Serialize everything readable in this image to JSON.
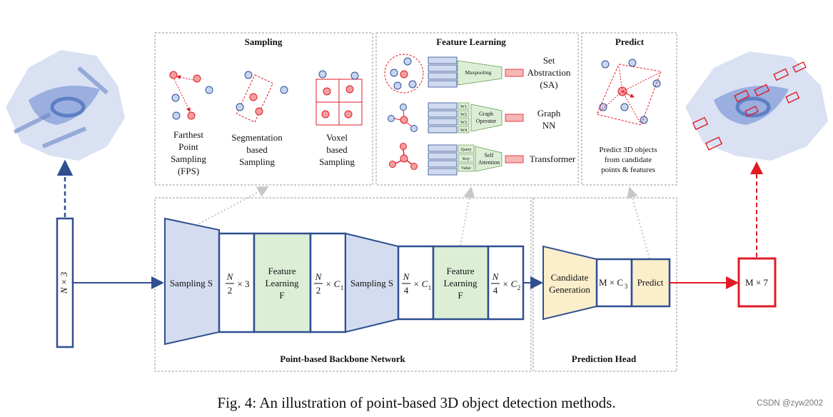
{
  "sections": {
    "sampling": "Sampling",
    "feature_learning": "Feature Learning",
    "predict": "Predict",
    "backbone": "Point-based Backbone Network",
    "prediction_head": "Prediction Head"
  },
  "sampling_methods": [
    [
      "Farthest",
      "Point",
      "Sampling",
      "(FPS)"
    ],
    [
      "Segmentation",
      "based",
      "Sampling"
    ],
    [
      "Voxel",
      "based",
      "Sampling"
    ]
  ],
  "feature_modules": {
    "maxpooling": "Maxpooling",
    "graph_operator": [
      "Graph",
      "Operator"
    ],
    "self_attention": [
      "Self",
      "Attention"
    ],
    "weights": [
      "W1",
      "W2",
      "W3",
      "W4"
    ],
    "qkv": [
      "Query",
      "Key",
      "Value"
    ]
  },
  "feature_types": {
    "sa": [
      "Set",
      "Abstraction",
      "(SA)"
    ],
    "graph": [
      "Graph",
      "NN"
    ],
    "transformer": "Transformer"
  },
  "predict_desc": [
    "Predict 3D objects",
    "from candidate",
    "points & features"
  ],
  "input_label": "N × 3",
  "output_label": "M × 7",
  "pipeline": {
    "sampling_s": "Sampling S",
    "dim1": [
      "N",
      "2",
      "× 3"
    ],
    "feature_learning": [
      "Feature",
      "Learning",
      "F"
    ],
    "dim2": [
      "N",
      "2",
      "× C",
      "1"
    ],
    "dim3": [
      "N",
      "4",
      "× C",
      "1"
    ],
    "dim4": [
      "N",
      "4",
      "× C",
      "2"
    ],
    "candidate": [
      "Candidate",
      "Generation"
    ],
    "mc3": [
      "M × C",
      "3"
    ],
    "predict_box": "Predict"
  },
  "caption": "Fig. 4: An illustration of point-based 3D object detection methods.",
  "watermark": "CSDN @zyw2002",
  "colors": {
    "blue_stroke": "#2f4f8f",
    "blue_fill": "#d4dcef",
    "green_fill": "#dcefd6",
    "yellow_fill": "#fbeecb",
    "red": "#e01b24",
    "dot_blue": "#c7d4f0",
    "dot_red": "#f29e9e"
  }
}
